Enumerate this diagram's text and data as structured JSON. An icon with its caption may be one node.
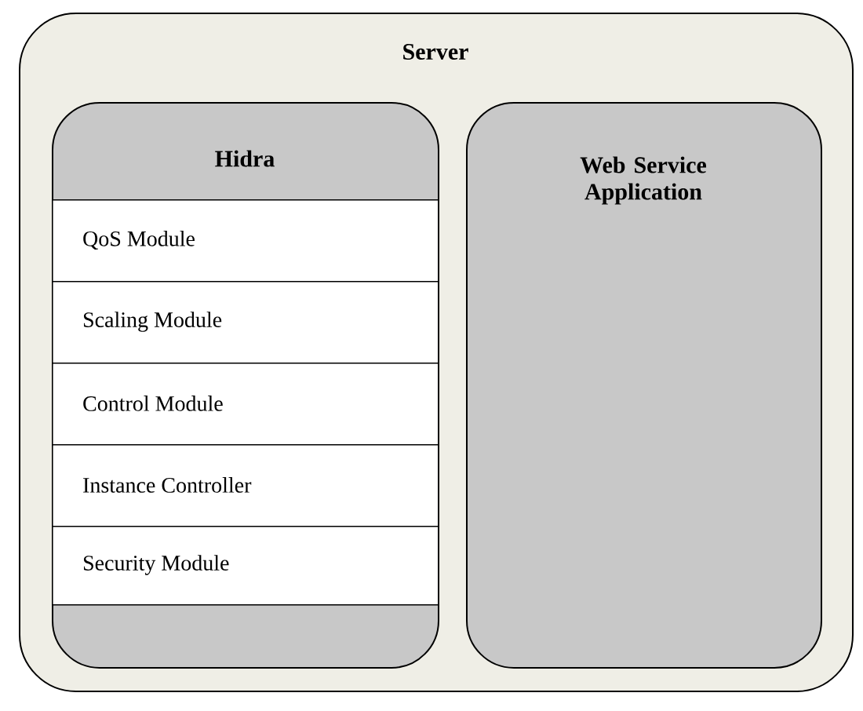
{
  "diagram": {
    "nodes": [
      {
        "text": [
          "Server"
        ]
      },
      {
        "text": [
          "Hidra"
        ],
        "in": 0
      },
      {
        "text": [
          "QoS Module"
        ],
        "in": 1
      },
      {
        "text": [
          "Scaling Module"
        ],
        "in": 1
      },
      {
        "text": [
          "Control Module"
        ],
        "in": 1
      },
      {
        "text": [
          "Instance Controller"
        ],
        "in": 1
      },
      {
        "text": [
          "Security Module"
        ],
        "in": 1
      },
      {
        "text": [
          "Web Service Application"
        ],
        "in": 0
      }
    ],
    "edges": []
  }
}
